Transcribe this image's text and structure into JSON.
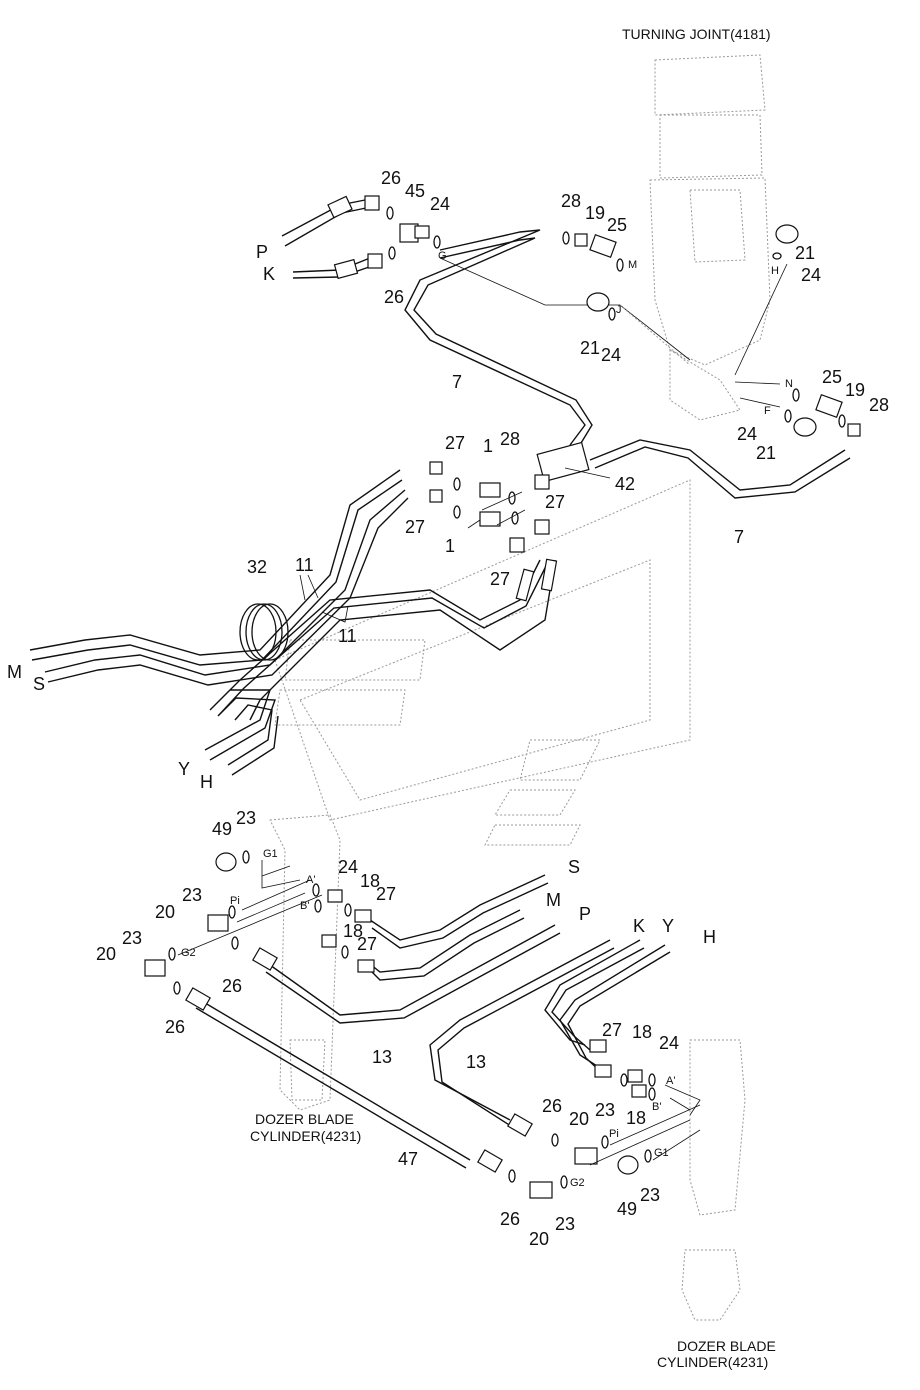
{
  "captions": {
    "turning_joint": "TURNING JOINT(4181)",
    "dozer_cyl_left_1": "DOZER BLADE",
    "dozer_cyl_left_2": "CYLINDER(4231)",
    "dozer_cyl_right_1": "DOZER BLADE",
    "dozer_cyl_right_2": "CYLINDER(4231)"
  },
  "part_numbers": [
    "26",
    "45",
    "24",
    "26",
    "28",
    "19",
    "25",
    "21",
    "24",
    "21",
    "24",
    "7",
    "25",
    "19",
    "28",
    "24",
    "21",
    "27",
    "1",
    "28",
    "42",
    "27",
    "27",
    "1",
    "27",
    "7",
    "32",
    "11",
    "11",
    "49",
    "23",
    "24",
    "18",
    "27",
    "23",
    "20",
    "18",
    "27",
    "23",
    "20",
    "26",
    "26",
    "13",
    "13",
    "27",
    "18",
    "24",
    "26",
    "20",
    "23",
    "18",
    "47",
    "26",
    "20",
    "23",
    "49",
    "23"
  ],
  "line_labels": [
    "P",
    "K",
    "M",
    "S",
    "Y",
    "H",
    "S",
    "M",
    "P",
    "K",
    "Y",
    "H"
  ],
  "port_labels": [
    "G",
    "M",
    "J",
    "H",
    "N",
    "F",
    "G1",
    "A'",
    "B'",
    "Pi",
    "G2",
    "Pi",
    "A'",
    "B'",
    "G1",
    "G2"
  ],
  "colors": {
    "ink": "#111111",
    "ghost": "#9a9a9a",
    "background": "#ffffff"
  }
}
